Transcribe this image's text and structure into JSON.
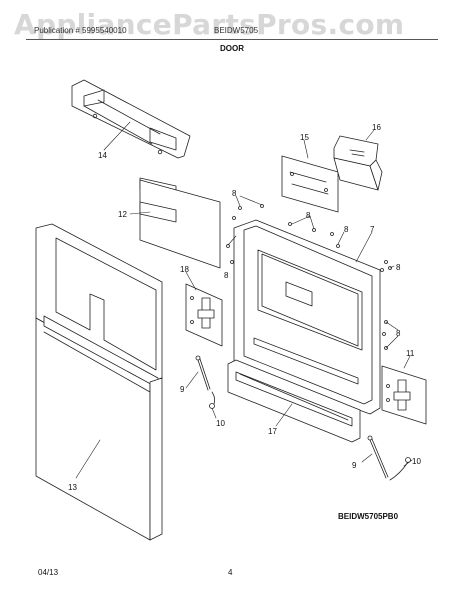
{
  "watermark": "AppliancePartsPros.com",
  "header": {
    "left": "Publication # 5995540010",
    "right": "BEIDW5705",
    "section_title": "DOOR"
  },
  "model_code": "BEIDW5705PB0",
  "footer": {
    "date": "04/13",
    "page": "4"
  },
  "callouts": {
    "c14": "14",
    "c12": "12",
    "c13": "13",
    "c18": "18",
    "c9a": "9",
    "c10a": "10",
    "c17": "17",
    "c15": "15",
    "c16": "16",
    "c7": "7",
    "c8a": "8",
    "c8b": "8",
    "c8c": "8",
    "c8d": "8",
    "c8e": "8",
    "c8f": "8",
    "c11": "11",
    "c9b": "9",
    "c10b": "10"
  }
}
